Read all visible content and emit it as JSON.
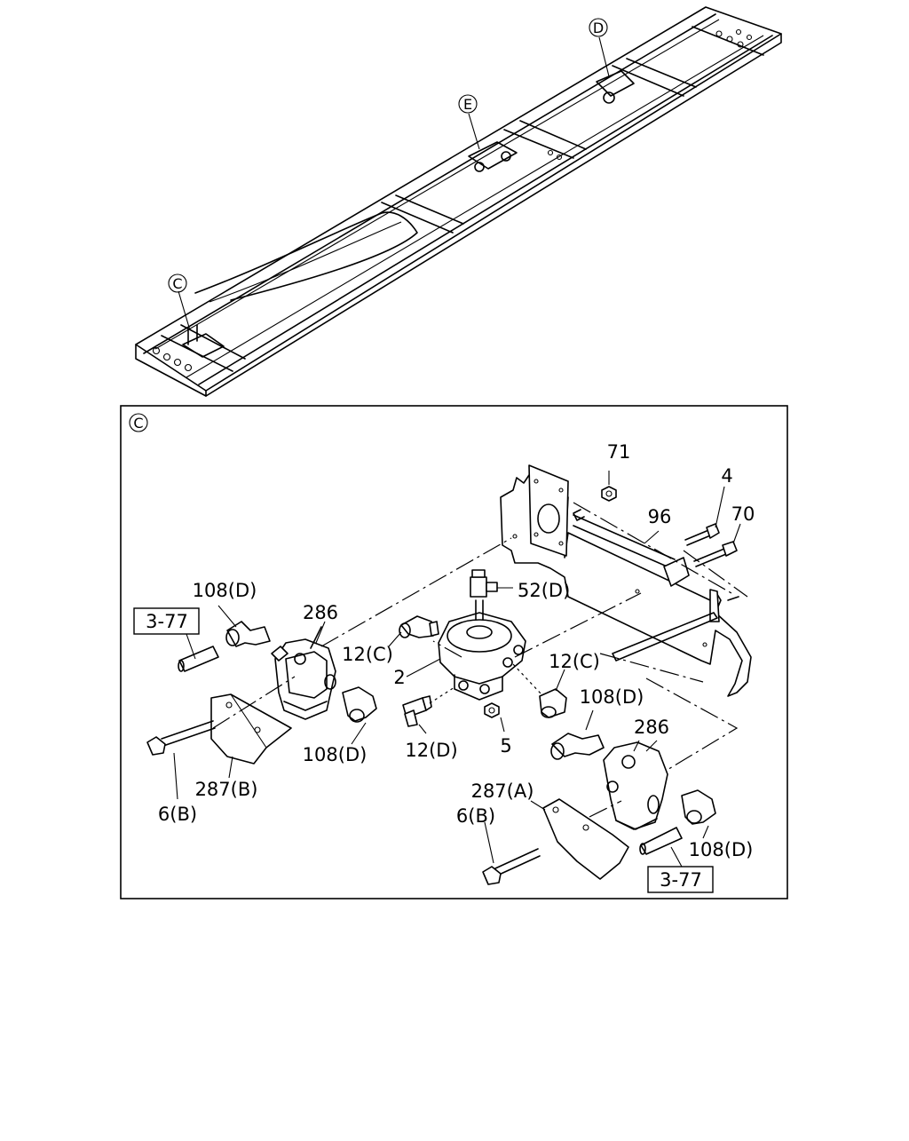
{
  "callouts": {
    "c": "C",
    "d": "D",
    "e": "E"
  },
  "detail": {
    "marker": "C"
  },
  "labels": {
    "p71": "71",
    "p4": "4",
    "p96": "96",
    "p70": "70",
    "p108_ul": "108(D)",
    "p286_l": "286",
    "p52": "52(D)",
    "p12c_l": "12(C)",
    "p12c_r": "12(C)",
    "p2": "2",
    "p108_r": "108(D)",
    "p108_ml": "108(D)",
    "p12d": "12(D)",
    "p5": "5",
    "p286_r": "286",
    "p6b_l": "6(B)",
    "p287b": "287(B)",
    "p287a": "287(A)",
    "p6b_r": "6(B)",
    "p108_lr": "108(D)"
  },
  "refs": {
    "left": "3-77",
    "right": "3-77"
  },
  "icons": {
    "frame": "chassis-frame-icon",
    "valve": "relay-valve-icon",
    "bracket": "mounting-bracket-icon"
  }
}
